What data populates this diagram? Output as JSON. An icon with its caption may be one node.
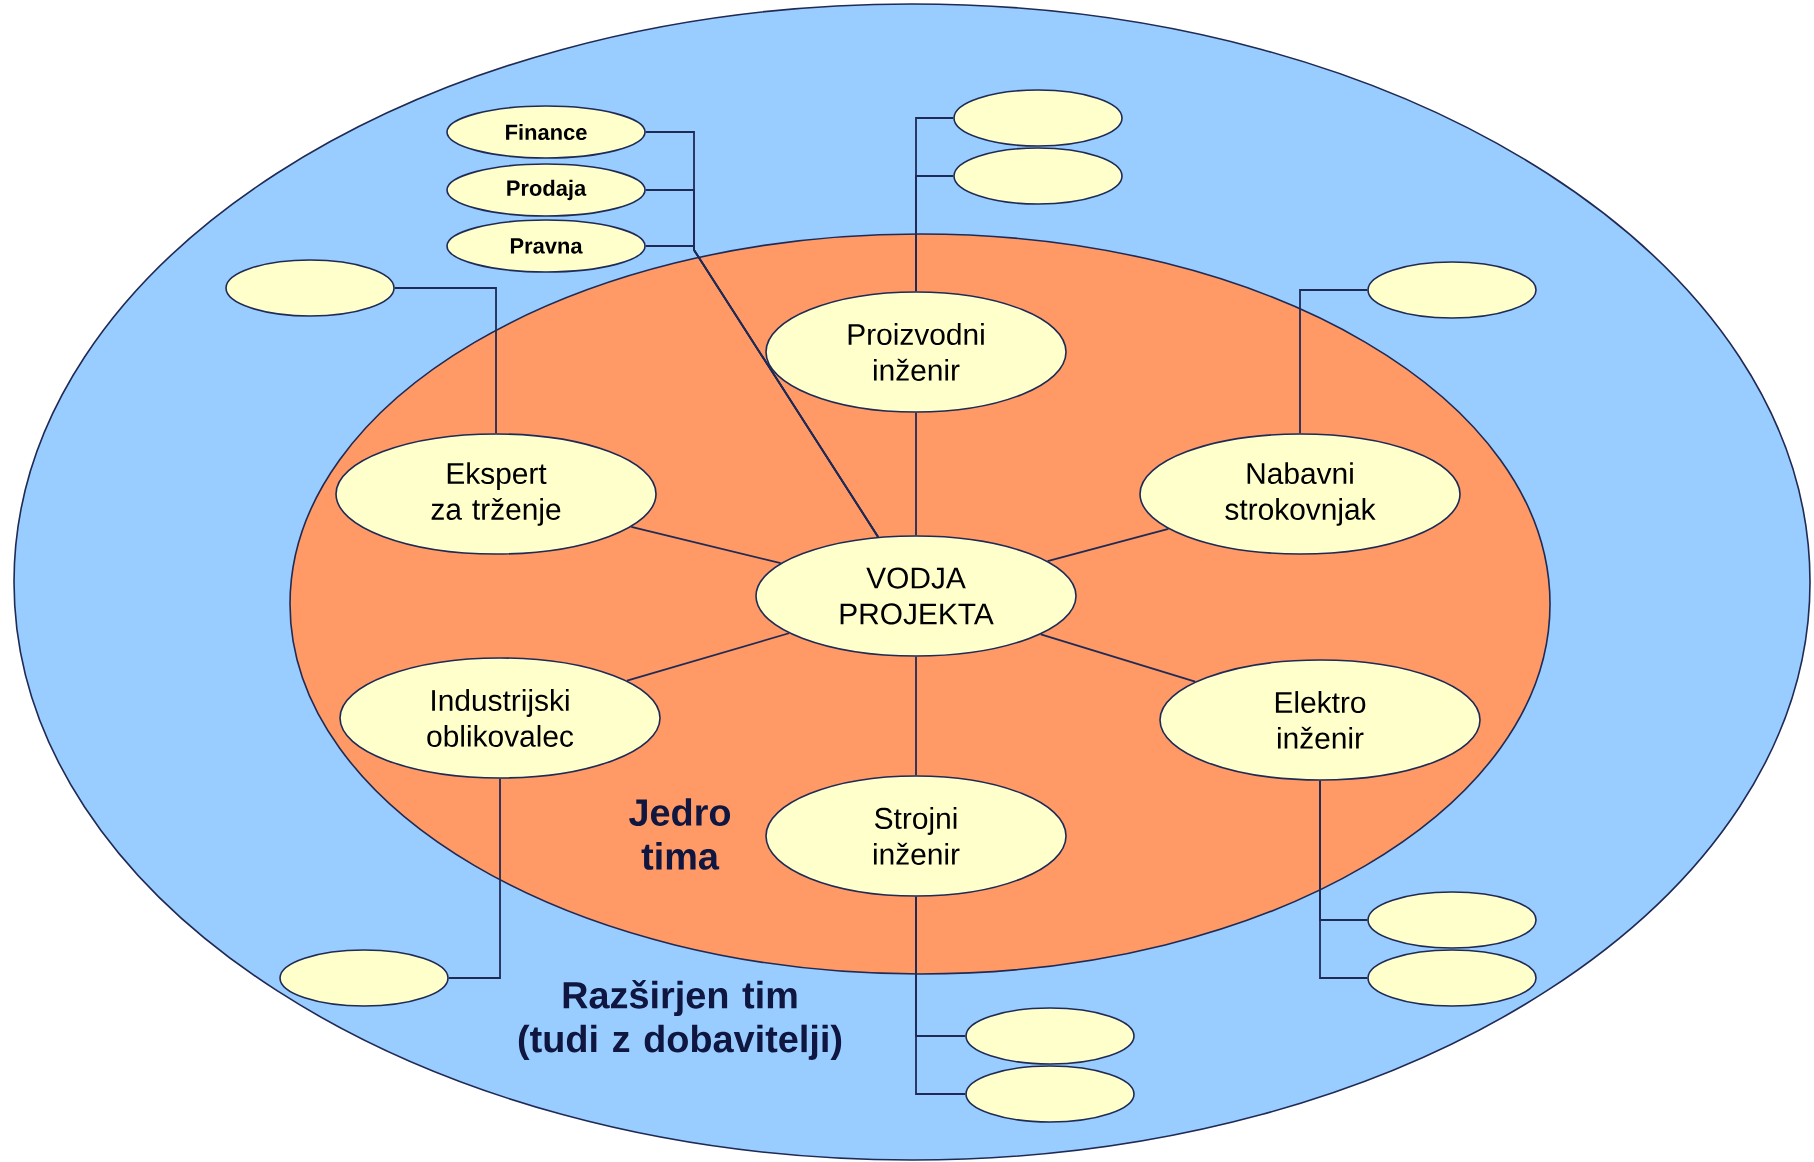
{
  "diagram": {
    "nodes": [
      {
        "text": [
          "Razširjen tim (tudi z dobavitelji)"
        ]
      },
      {
        "text": [
          "Jedro tima"
        ],
        "in": 0
      },
      {
        "text": [
          "Finance"
        ],
        "in": 0
      },
      {
        "text": [
          "Prodaja"
        ],
        "in": 0
      },
      {
        "text": [
          "Pravna"
        ],
        "in": 0
      },
      {
        "text": [],
        "shape": "ellipse",
        "in": 0
      },
      {
        "text": [],
        "shape": "ellipse",
        "in": 0
      },
      {
        "text": [],
        "shape": "ellipse",
        "in": 0
      },
      {
        "text": [],
        "shape": "ellipse",
        "in": 0
      },
      {
        "text": [
          "Proizvodni inženir"
        ],
        "in": 1
      },
      {
        "text": [
          "Ekspert za trženje"
        ],
        "in": 1
      },
      {
        "text": [
          "Nabavni strokovnjak"
        ],
        "in": 1
      },
      {
        "text": [
          "VODJA PROJEKTA"
        ],
        "in": 1
      },
      {
        "text": [
          "Industrijski oblikovalec"
        ],
        "in": 1
      },
      {
        "text": [
          "Elektro inženir"
        ],
        "in": 1
      },
      {
        "text": [
          "Strojni inženir"
        ],
        "in": 1
      },
      {
        "text": [],
        "shape": "ellipse",
        "in": 0
      },
      {
        "text": [],
        "shape": "ellipse",
        "in": 0
      },
      {
        "text": [],
        "shape": "ellipse",
        "in": 0
      },
      {
        "text": [],
        "shape": "ellipse",
        "in": 0
      },
      {
        "text": [],
        "shape": "ellipse",
        "in": 0
      }
    ],
    "edges": [
      {
        "from": 12,
        "to": 9,
        "arrow": "none"
      },
      {
        "from": 12,
        "to": 10,
        "arrow": "none"
      },
      {
        "from": 12,
        "to": 11,
        "arrow": "none"
      },
      {
        "from": 12,
        "to": 13,
        "arrow": "none"
      },
      {
        "from": 12,
        "to": 14,
        "arrow": "none"
      },
      {
        "from": 12,
        "to": 15,
        "arrow": "none"
      },
      {
        "from": 2,
        "to": 12,
        "arrow": "none"
      },
      {
        "from": 3,
        "to": 12,
        "arrow": "none"
      },
      {
        "from": 4,
        "to": 12,
        "arrow": "none"
      },
      {
        "from": 7,
        "to": 10,
        "arrow": "none"
      },
      {
        "from": 5,
        "to": 9,
        "arrow": "none"
      },
      {
        "from": 6,
        "to": 9,
        "arrow": "none"
      },
      {
        "from": 8,
        "to": 11,
        "arrow": "none"
      },
      {
        "from": 18,
        "to": 13,
        "arrow": "none"
      },
      {
        "from": 19,
        "to": 15,
        "arrow": "none"
      },
      {
        "from": 20,
        "to": 15,
        "arrow": "none"
      },
      {
        "from": 16,
        "to": 14,
        "arrow": "none"
      },
      {
        "from": 17,
        "to": 14,
        "arrow": "none"
      }
    ]
  }
}
